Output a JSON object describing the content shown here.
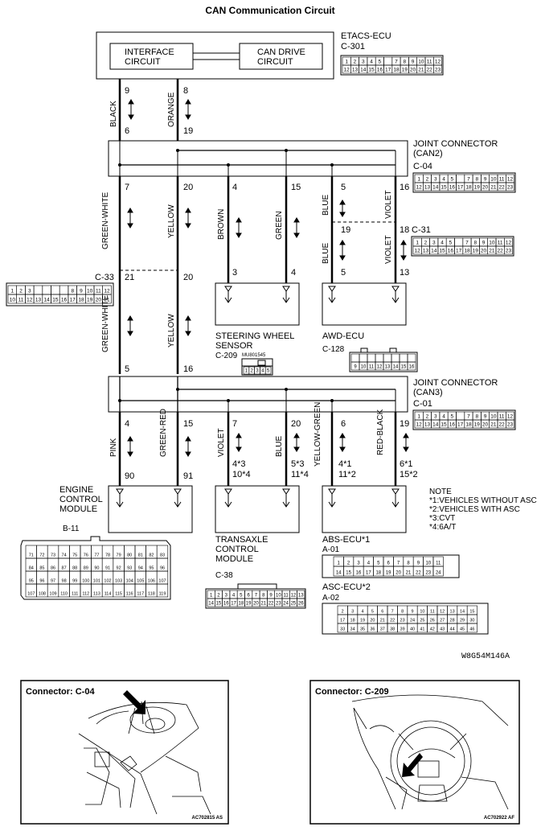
{
  "title": "CAN Communication Circuit",
  "etacs": {
    "name": "ETACS-ECU",
    "connector": "C-301",
    "interface": [
      "INTERFACE",
      "CIRCUIT"
    ],
    "can_drive": [
      "CAN DRIVE",
      "CIRCUIT"
    ],
    "pin_left": "9",
    "pin_right": "8",
    "wire_left": "BLACK",
    "wire_right": "ORANGE",
    "jc_pin_left": "6",
    "jc_pin_right": "19"
  },
  "jc_can2": {
    "name": [
      "JOINT CONNECTOR",
      "(CAN2)"
    ],
    "connector": "C-04",
    "pins": [
      "7",
      "20",
      "4",
      "15",
      "5",
      "16"
    ]
  },
  "c31": {
    "connector": "C-31",
    "pin_blue": "19",
    "pin_violet": "18",
    "low_blue": "5",
    "low_violet": "13"
  },
  "c33": {
    "connector": "C-33",
    "pin_left": "21",
    "pin_right": "20"
  },
  "wires_mid": {
    "green_white": "GREEN-WHITE",
    "yellow": "YELLOW",
    "brown": "BROWN",
    "green": "GREEN",
    "blue": "BLUE",
    "violet": "VIOLET"
  },
  "steering": {
    "name": [
      "STEERING WHEEL",
      "SENSOR"
    ],
    "connector": "C-209",
    "part": "MU801545",
    "pin_left": "3",
    "pin_right": "4",
    "pins": [
      "1",
      "2",
      "3",
      "4",
      "5"
    ]
  },
  "awd": {
    "name": "AWD-ECU",
    "connector": "C-128"
  },
  "jc_can3": {
    "name": [
      "JOINT CONNECTOR",
      "(CAN3)"
    ],
    "connector": "C-01",
    "pin_left": "5",
    "pin_right": "16",
    "pins": [
      "4",
      "15",
      "7",
      "20",
      "6",
      "19"
    ]
  },
  "wires_low": {
    "pink": "PINK",
    "green_red": "GREEN-RED",
    "violet": "VIOLET",
    "blue": "BLUE",
    "yellow_green": "YELLOW-GREEN",
    "red_black": "RED-BLACK"
  },
  "engine": {
    "name": [
      "ENGINE",
      "CONTROL",
      "MODULE"
    ],
    "connector": "B-11",
    "pin_left": "90",
    "pin_right": "91"
  },
  "transaxle": {
    "name": [
      "TRANSAXLE",
      "CONTROL",
      "MODULE"
    ],
    "connector": "C-38",
    "pin_left": [
      "4*3",
      "10*4"
    ],
    "pin_right": [
      "5*3",
      "11*4"
    ]
  },
  "abs": {
    "name": "ABS-ECU*1",
    "connector": "A-01",
    "asc_name": "ASC-ECU*2",
    "asc_connector": "A-02",
    "pin_left": [
      "4*1",
      "11*2"
    ],
    "pin_right": [
      "6*1",
      "15*2"
    ]
  },
  "notes": {
    "title": "NOTE",
    "items": [
      "*1:VEHICLES WITHOUT ASC",
      "*2:VEHICLES WITH ASC",
      "*3:CVT",
      "*4:6A/T"
    ]
  },
  "code": "W8G54M146A",
  "bottom_left": {
    "label": "Connector: C-04",
    "code": "AC702815 AS"
  },
  "bottom_right": {
    "label": "Connector: C-209",
    "code": "AC702922 AF"
  }
}
